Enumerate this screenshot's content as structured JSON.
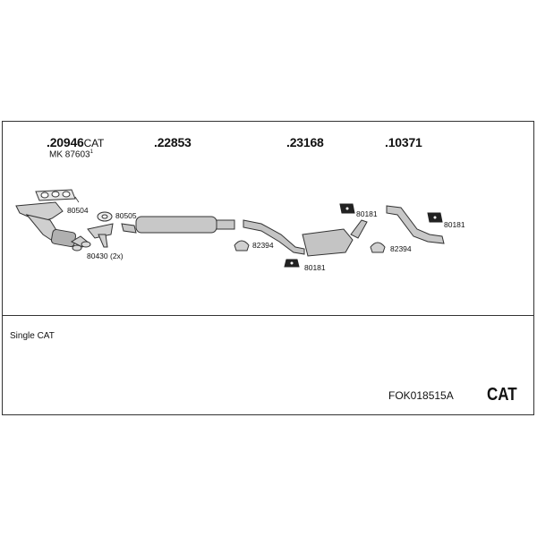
{
  "parts": {
    "p1": {
      "number": "20946",
      "suffix": "CAT"
    },
    "p1_kit": {
      "prefix": "MK",
      "number": "87603",
      "sup": "1"
    },
    "p2": {
      "number": "22853"
    },
    "p3": {
      "number": "23168"
    },
    "p4": {
      "number": "10371"
    }
  },
  "labels": {
    "a": "80504",
    "b": "80505",
    "c": "80430 (2x)",
    "d": "82394",
    "e": "80181",
    "f": "80181",
    "g": "82394",
    "h": "80181"
  },
  "footer": {
    "variant": "Single CAT",
    "code": "FOK018515A",
    "type": "CAT"
  },
  "colors": {
    "line": "#333333",
    "part_fill": "#bdbdbd",
    "part_dark": "#222222"
  }
}
